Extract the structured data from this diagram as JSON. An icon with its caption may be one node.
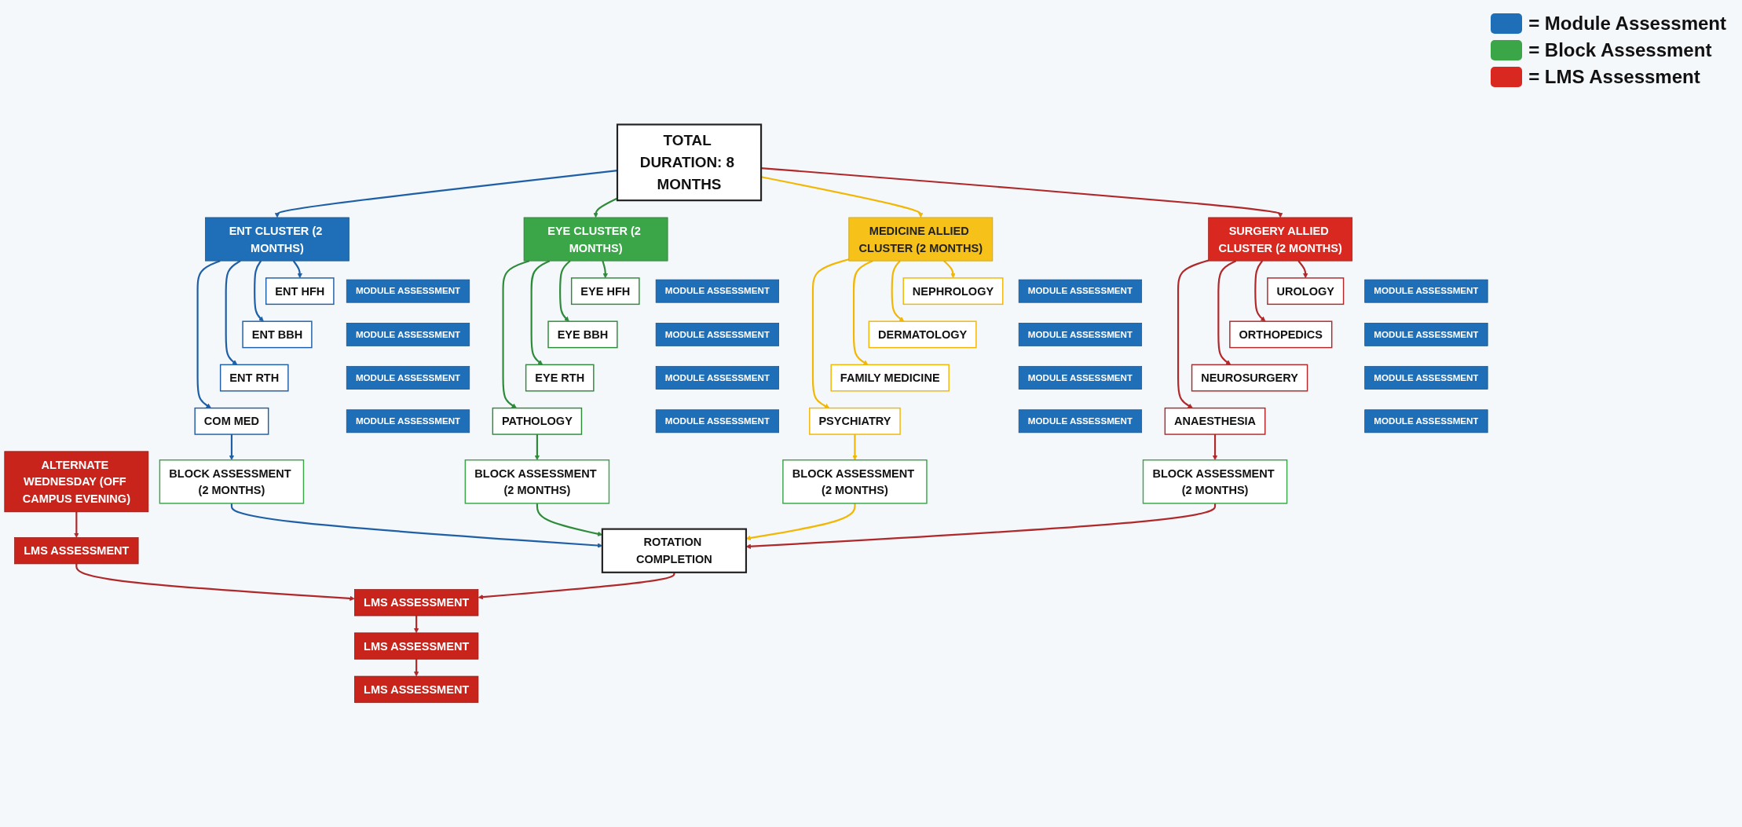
{
  "diagram": {
    "nodes": [
      {
        "text": [
          "TOTAL DURATION: 8 MONTHS"
        ]
      },
      {
        "text": [
          "ENT CLUSTER (2 MONTHS)"
        ]
      },
      {
        "text": [
          "ENT HFH"
        ]
      },
      {
        "text": [
          "MODULE ASSESSMENT"
        ]
      },
      {
        "text": [
          "ENT BBH"
        ]
      },
      {
        "text": [
          "MODULE ASSESSMENT"
        ]
      },
      {
        "text": [
          "ENT RTH"
        ]
      },
      {
        "text": [
          "MODULE ASSESSMENT"
        ]
      },
      {
        "text": [
          "COM MED"
        ]
      },
      {
        "text": [
          "MODULE ASSESSMENT"
        ]
      },
      {
        "text": [
          "BLOCK ASSESSMENT (2 MONTHS)"
        ]
      },
      {
        "text": [
          "EYE CLUSTER (2 MONTHS)"
        ]
      },
      {
        "text": [
          "EYE HFH"
        ]
      },
      {
        "text": [
          "MODULE ASSESSMENT"
        ]
      },
      {
        "text": [
          "EYE BBH"
        ]
      },
      {
        "text": [
          "MODULE ASSESSMENT"
        ]
      },
      {
        "text": [
          "EYE RTH"
        ]
      },
      {
        "text": [
          "MODULE ASSESSMENT"
        ]
      },
      {
        "text": [
          "PATHOLOGY"
        ]
      },
      {
        "text": [
          "MODULE ASSESSMENT"
        ]
      },
      {
        "text": [
          "BLOCK ASSESSMENT (2 MONTHS)"
        ]
      },
      {
        "text": [
          "MEDICINE ALLIED CLUSTER (2 MONTHS)"
        ]
      },
      {
        "text": [
          "NEPHROLOGY"
        ]
      },
      {
        "text": [
          "MODULE ASSESSMENT"
        ]
      },
      {
        "text": [
          "DERMATOLOGY"
        ]
      },
      {
        "text": [
          "MODULE ASSESSMENT"
        ]
      },
      {
        "text": [
          "FAMILY MEDICINE"
        ]
      },
      {
        "text": [
          "MODULE ASSESSMENT"
        ]
      },
      {
        "text": [
          "PSYCHIATRY"
        ]
      },
      {
        "text": [
          "MODULE ASSESSMENT"
        ]
      },
      {
        "text": [
          "BLOCK ASSESSMENT (2 MONTHS)"
        ]
      },
      {
        "text": [
          "SURGERY ALLIED CLUSTER (2 MONTHS)"
        ]
      },
      {
        "text": [
          "UROLOGY"
        ]
      },
      {
        "text": [
          "MODULE ASSESSMENT"
        ]
      },
      {
        "text": [
          "ORTHOPEDICS"
        ]
      },
      {
        "text": [
          "MODULE ASSESSMENT"
        ]
      },
      {
        "text": [
          "NEUROSURGERY"
        ]
      },
      {
        "text": [
          "MODULE ASSESSMENT"
        ]
      },
      {
        "text": [
          "ANAESTHESIA"
        ]
      },
      {
        "text": [
          "MODULE ASSESSMENT"
        ]
      },
      {
        "text": [
          "BLOCK ASSESSMENT (2 MONTHS)"
        ]
      },
      {
        "text": [
          "ROTATION COMPLETION"
        ]
      },
      {
        "text": [
          "ALTERNATE WEDNESDAY (OFF CAMPUS EVENING)"
        ]
      },
      {
        "text": [
          "LMS ASSESSMENT"
        ]
      },
      {
        "text": [
          "LMS ASSESSMENT"
        ]
      },
      {
        "text": [
          "LMS ASSESSMENT"
        ]
      },
      {
        "text": [
          "LMS ASSESSMENT"
        ]
      }
    ],
    "edges": [
      {
        "from": 0,
        "to": 1,
        "arrow": "to",
        "color": "#1f5fa6"
      },
      {
        "from": 0,
        "to": 11,
        "arrow": "to",
        "color": "#2e8b3a"
      },
      {
        "from": 0,
        "to": 21,
        "arrow": "to",
        "color": "#f2b705"
      },
      {
        "from": 0,
        "to": 31,
        "arrow": "to"
      },
      {
        "from": 1,
        "to": 2,
        "arrow": "to",
        "color": "#1f5fa6"
      },
      {
        "from": 1,
        "to": 4,
        "arrow": "to",
        "color": "#1f5fa6"
      },
      {
        "from": 1,
        "to": 6,
        "arrow": "to",
        "color": "#1f5fa6"
      },
      {
        "from": 1,
        "to": 8,
        "arrow": "to",
        "color": "#1f5fa6"
      },
      {
        "from": 8,
        "to": 10,
        "arrow": "to",
        "color": "#1f5fa6"
      },
      {
        "from": 10,
        "to": 41,
        "arrow": "to",
        "color": "#1f5fa6"
      },
      {
        "from": 11,
        "to": 12,
        "arrow": "to",
        "color": "#2e8b3a"
      },
      {
        "from": 11,
        "to": 14,
        "arrow": "to",
        "color": "#2e8b3a"
      },
      {
        "from": 11,
        "to": 16,
        "arrow": "to",
        "color": "#2e8b3a"
      },
      {
        "from": 11,
        "to": 18,
        "arrow": "to",
        "color": "#2e8b3a"
      },
      {
        "from": 18,
        "to": 20,
        "arrow": "to",
        "color": "#2e8b3a"
      },
      {
        "from": 20,
        "to": 41,
        "arrow": "to",
        "color": "#2e8b3a"
      },
      {
        "from": 21,
        "to": 22,
        "arrow": "to",
        "color": "#f2b705"
      },
      {
        "from": 21,
        "to": 24,
        "arrow": "to",
        "color": "#f2b705"
      },
      {
        "from": 21,
        "to": 26,
        "arrow": "to",
        "color": "#f2b705"
      },
      {
        "from": 21,
        "to": 28,
        "arrow": "to",
        "color": "#f2b705"
      },
      {
        "from": 28,
        "to": 30,
        "arrow": "to",
        "color": "#f2b705"
      },
      {
        "from": 30,
        "to": 41,
        "arrow": "to",
        "color": "#f2b705"
      },
      {
        "from": 31,
        "to": 32,
        "arrow": "to"
      },
      {
        "from": 31,
        "to": 34,
        "arrow": "to"
      },
      {
        "from": 31,
        "to": 36,
        "arrow": "to"
      },
      {
        "from": 31,
        "to": 38,
        "arrow": "to"
      },
      {
        "from": 38,
        "to": 40,
        "arrow": "to"
      },
      {
        "from": 40,
        "to": 41,
        "arrow": "to"
      },
      {
        "from": 42,
        "to": 43,
        "arrow": "to"
      },
      {
        "from": 43,
        "to": 44,
        "arrow": "to"
      },
      {
        "from": 41,
        "to": 44,
        "arrow": "to"
      },
      {
        "from": 44,
        "to": 45,
        "arrow": "to"
      },
      {
        "from": 45,
        "to": 46,
        "arrow": "to"
      }
    ],
    "legend": [
      {
        "text": "= Module Assessment",
        "color": "#1f6fb8"
      },
      {
        "text": "= Block Assessment",
        "color": "#3aa648"
      },
      {
        "text": "= LMS Assessment",
        "color": "#d8281f"
      }
    ]
  }
}
